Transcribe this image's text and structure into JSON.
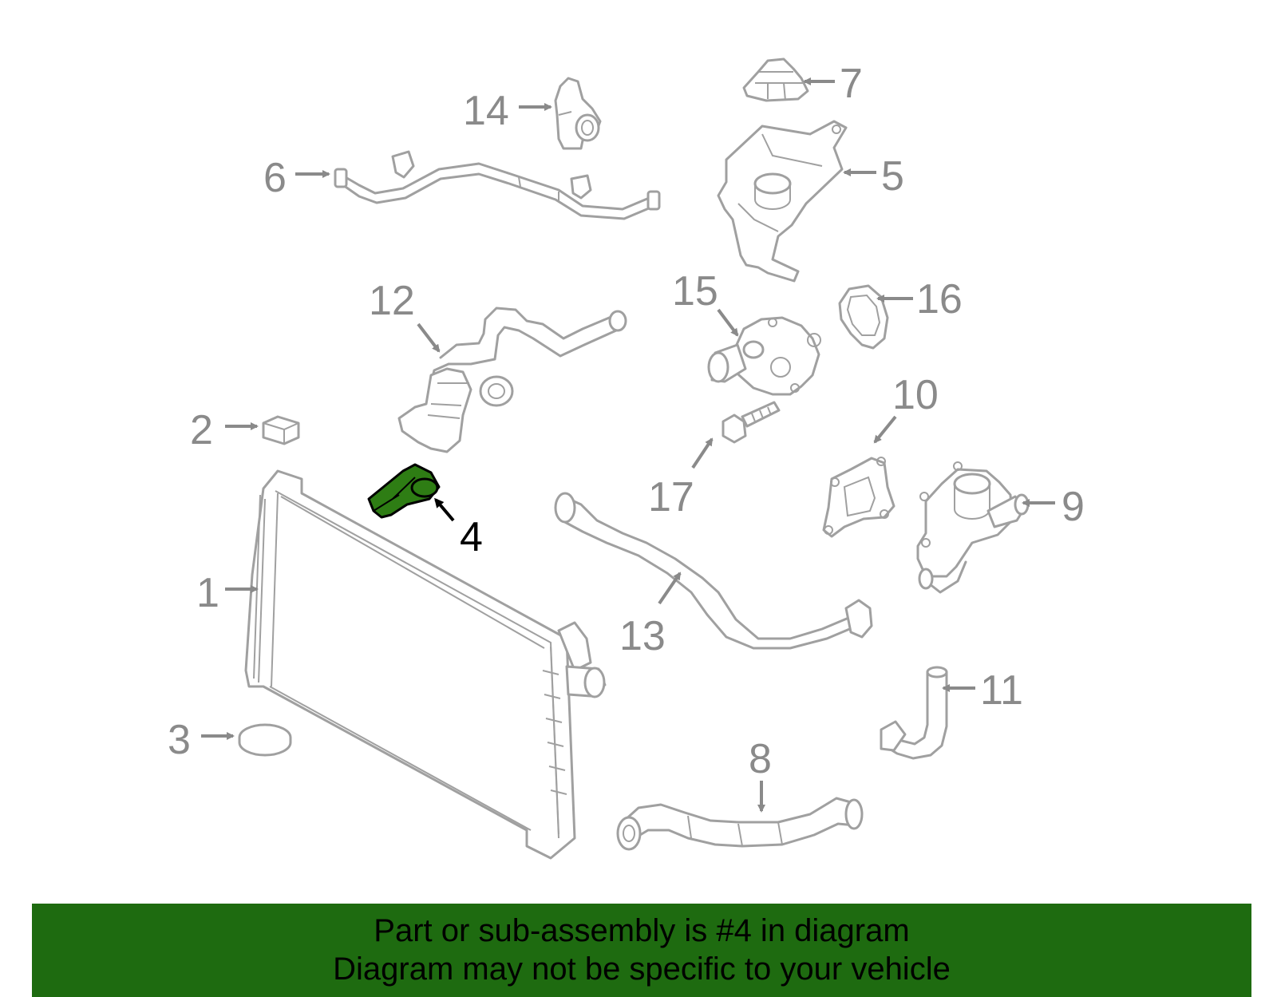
{
  "diagram": {
    "callouts": [
      {
        "id": "1",
        "label": "1"
      },
      {
        "id": "2",
        "label": "2"
      },
      {
        "id": "3",
        "label": "3"
      },
      {
        "id": "4",
        "label": "4",
        "highlighted": true
      },
      {
        "id": "5",
        "label": "5"
      },
      {
        "id": "6",
        "label": "6"
      },
      {
        "id": "7",
        "label": "7"
      },
      {
        "id": "8",
        "label": "8"
      },
      {
        "id": "9",
        "label": "9"
      },
      {
        "id": "10",
        "label": "10"
      },
      {
        "id": "11",
        "label": "11"
      },
      {
        "id": "12",
        "label": "12"
      },
      {
        "id": "13",
        "label": "13"
      },
      {
        "id": "14",
        "label": "14"
      },
      {
        "id": "15",
        "label": "15"
      },
      {
        "id": "16",
        "label": "16"
      },
      {
        "id": "17",
        "label": "17"
      }
    ],
    "colors": {
      "line": "#a0a0a0",
      "callout": "#8a8a8a",
      "highlight": "#2e7d14",
      "banner": "#1e6b10"
    }
  },
  "banner": {
    "line1": "Part or sub-assembly is #4 in diagram",
    "line2": "Diagram may not be specific to your vehicle"
  }
}
